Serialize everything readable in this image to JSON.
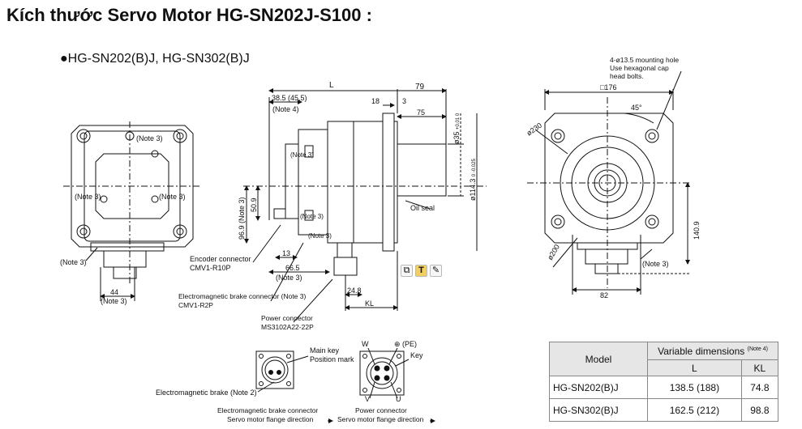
{
  "page_title": "Kích thước Servo Motor HG-SN202J-S100 :",
  "series_label": "●HG-SN202(B)J, HG-SN302(B)J",
  "front_left": {
    "note3_tr": "(Note 3)",
    "note3_l": "(Note 3)",
    "note3_r": "(Note 3)",
    "note3_bl": "(Note 3)",
    "dim_44": "44",
    "note3_bottom": "(Note 3)"
  },
  "side_view": {
    "dim_L": "L",
    "dim_79": "79",
    "dim_385": "38.5 (45.5)",
    "note4": "(Note 4)",
    "dim_18": "18",
    "dim_3": "3",
    "dim_75": "75",
    "shaft_dia": "ø35 ",
    "shaft_tol": "+0.01 0",
    "pilot_dia": "ø114.3 ",
    "pilot_tol": "0 -0.025",
    "note3_a": "(Note 3)",
    "note3_b": "(Note 3)",
    "note3_c": "(Note 3)",
    "dim_509": "50.9",
    "dim_969": "96.9 (Note 3)",
    "oil_seal": "Oil seal",
    "dim_13": "13",
    "dim_665": "66.5",
    "note3_d": "(Note 3)",
    "dim_248": "24.8",
    "dim_KL": "KL",
    "encoder_connector": "Encoder connector",
    "encoder_part": "CMV1-R10P",
    "brake_connector": "Electromagnetic brake connector (Note 3)",
    "brake_part": "CMV1-R2P",
    "power_connector": "Power connector",
    "power_part": "MS3102A22-22P"
  },
  "right_view": {
    "mounting_hole_1": "4-ø13.5 mounting hole",
    "mounting_hole_2": "Use hexagonal cap",
    "mounting_hole_3": "head bolts.",
    "square_176": "□176",
    "angle_45": "45°",
    "dia_230": "ø230",
    "dia_200": "ø200",
    "dim_1409": "140.9",
    "note3": "(Note 3)",
    "dim_82": "82"
  },
  "connectors": {
    "main_key": "Main key",
    "position_mark": "Position mark",
    "brake_note": "Electromagnetic brake (Note 2)",
    "brake_conn_caption": "Electromagnetic brake connector",
    "flange_dir_1": "Servo motor flange direction",
    "pin_W": "W",
    "pin_PE": "⊕ (PE)",
    "key": "Key",
    "pin_V": "V",
    "pin_U": "U",
    "power_conn_caption": "Power connector",
    "flange_dir_2": "Servo motor flange direction"
  },
  "table": {
    "model_header": "Model",
    "variable_header": "Variable dimensions",
    "note4": "(Note 4)",
    "col_L": "L",
    "col_KL": "KL",
    "rows": [
      {
        "model": "HG-SN202(B)J",
        "L": "138.5 (188)",
        "KL": "74.8"
      },
      {
        "model": "HG-SN302(B)J",
        "L": "162.5 (212)",
        "KL": "98.8"
      }
    ]
  },
  "colors": {
    "line": "#111111",
    "header_bg": "#e6e6e6",
    "border": "#888888"
  }
}
